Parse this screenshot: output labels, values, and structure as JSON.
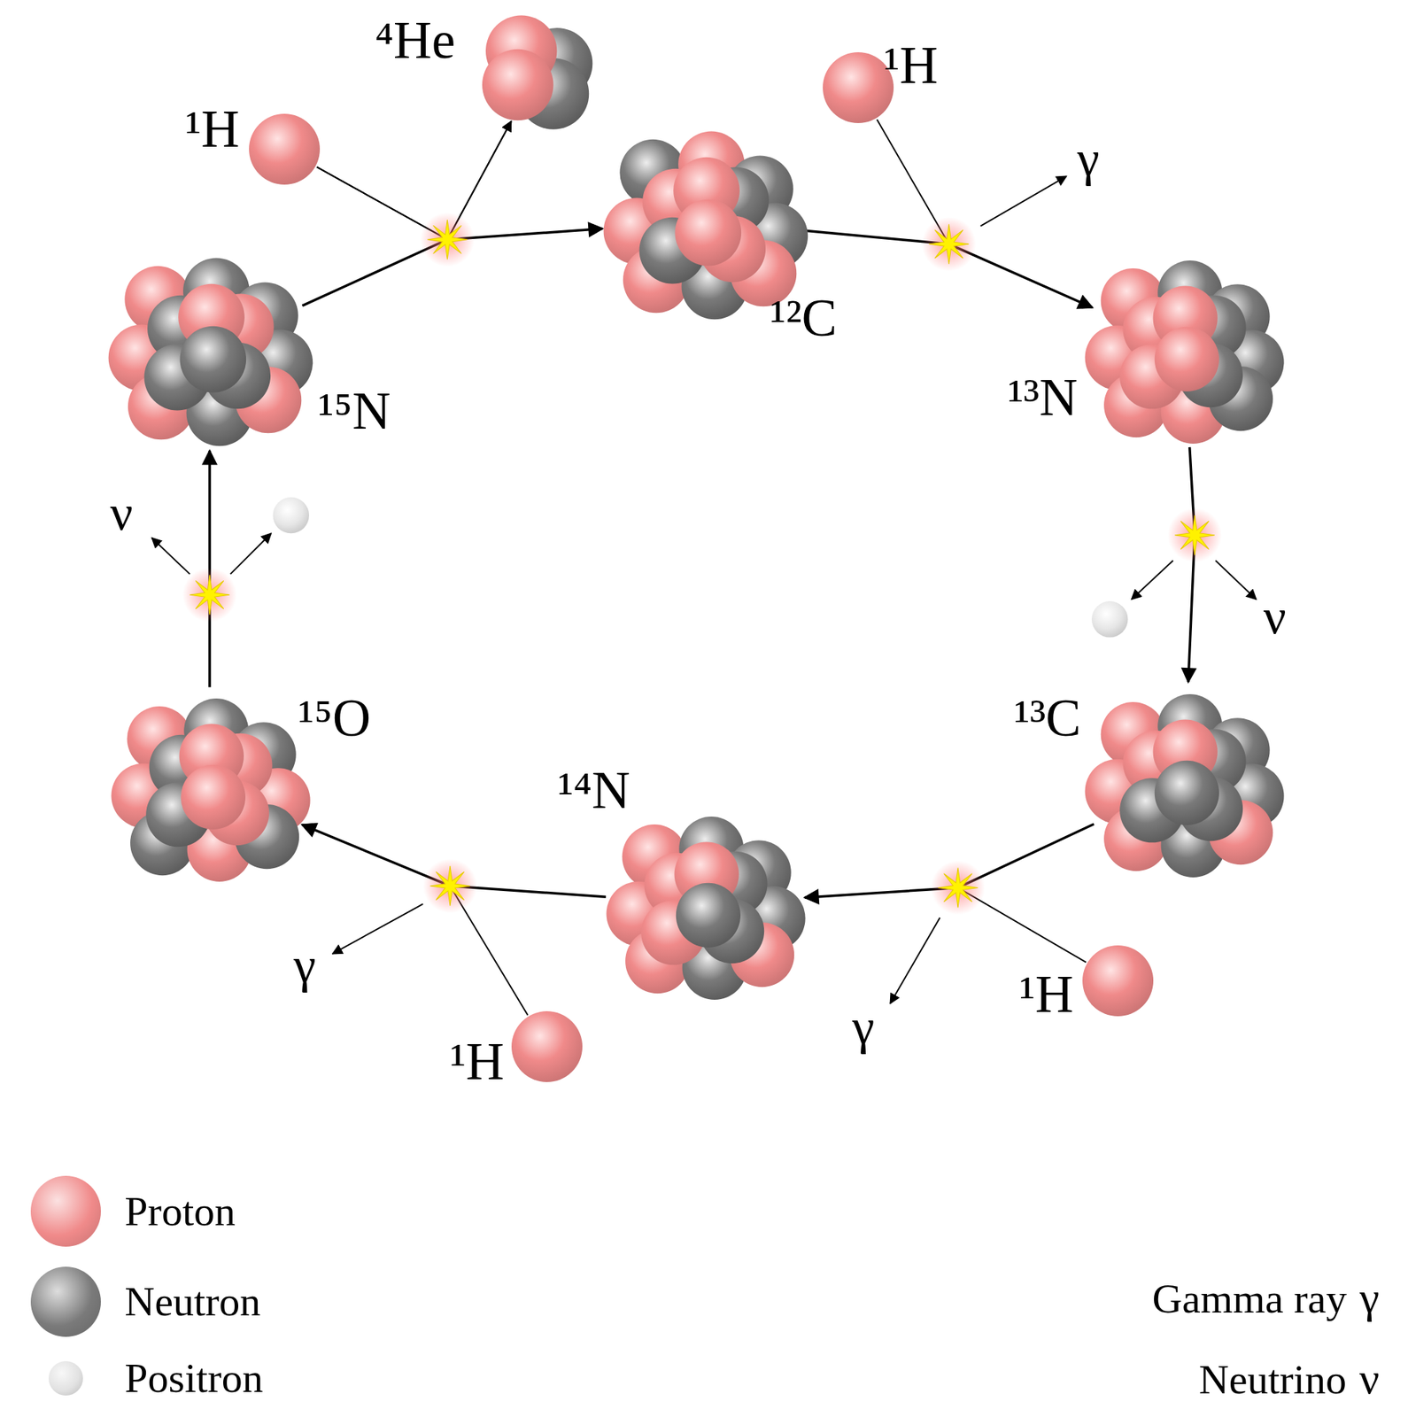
{
  "diagram": {
    "nodes": [
      {
        "text": [
          "¹²C"
        ]
      },
      {
        "text": [
          "¹H"
        ]
      },
      {
        "text": [
          "¹³N"
        ]
      },
      {
        "text": [
          "¹³C"
        ]
      },
      {
        "text": [
          "¹H"
        ]
      },
      {
        "text": [
          "¹⁴N"
        ]
      },
      {
        "text": [
          "¹H"
        ]
      },
      {
        "text": [
          "¹⁵O"
        ]
      },
      {
        "text": [
          "¹⁵N"
        ]
      },
      {
        "text": [
          "¹H"
        ]
      },
      {
        "text": [
          "⁴He"
        ]
      }
    ],
    "edges": [
      {
        "from": 0,
        "to": 2,
        "arrow": "to"
      },
      {
        "from": 1,
        "to": 2,
        "arrow": "to"
      },
      {
        "from": 2,
        "to": 3,
        "arrow": "to"
      },
      {
        "from": 3,
        "to": 5,
        "arrow": "to"
      },
      {
        "from": 4,
        "to": 5,
        "arrow": "to"
      },
      {
        "from": 5,
        "to": 7,
        "arrow": "to"
      },
      {
        "from": 6,
        "to": 7,
        "arrow": "to"
      },
      {
        "from": 7,
        "to": 8,
        "arrow": "to"
      },
      {
        "from": 8,
        "to": 0,
        "arrow": "to"
      },
      {
        "from": 8,
        "to": 10,
        "arrow": "to"
      },
      {
        "from": 9,
        "to": 0,
        "arrow": "to"
      },
      {
        "from": 9,
        "to": 10,
        "arrow": "to"
      }
    ],
    "labels": [
      "γ",
      "γ",
      "γ",
      "ν",
      "ν",
      "γ",
      "ν"
    ],
    "legend": [
      {
        "text": "Proton",
        "color": "#f08a8a"
      },
      {
        "text": "Neutron",
        "color": "#7a7a7a"
      },
      {
        "text": "Positron",
        "color": "#e2e2e2"
      },
      {
        "text": "Gamma ray"
      },
      {
        "text": "Neutrino"
      }
    ]
  }
}
